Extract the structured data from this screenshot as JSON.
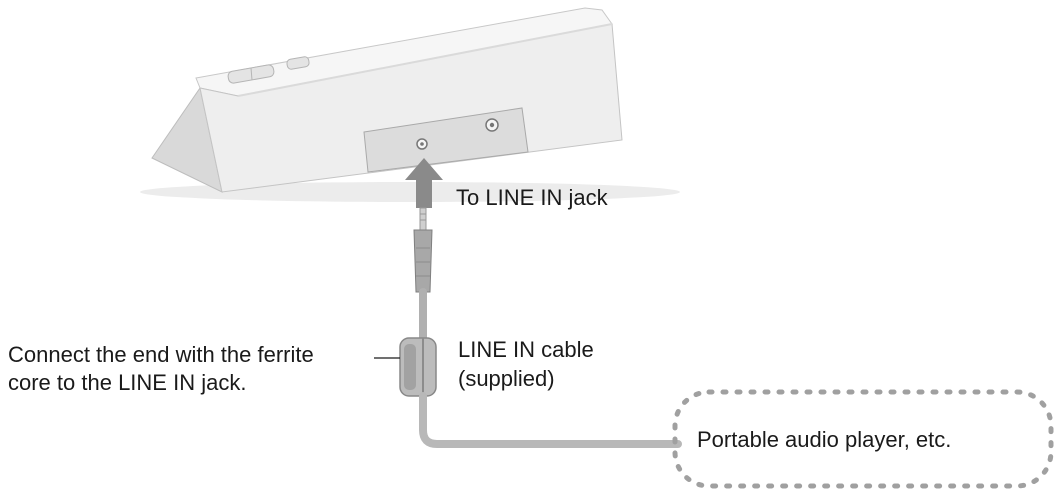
{
  "diagram": {
    "labels": {
      "line_in_jack": "To LINE IN jack",
      "ferrite_note_line1": "Connect the end with the ferrite",
      "ferrite_note_line2": "core to the LINE IN jack.",
      "cable_line1": "LINE IN cable",
      "cable_line2": "(supplied)",
      "device": "Portable audio player, etc."
    },
    "colors": {
      "speaker_body": "#f2f2f2",
      "speaker_shadow": "#d6d6d6",
      "cable": "#b8b8b8",
      "arrow": "#8a8a8a",
      "device_outline": "#a0a0a0",
      "text": "#1a1a1a"
    }
  }
}
